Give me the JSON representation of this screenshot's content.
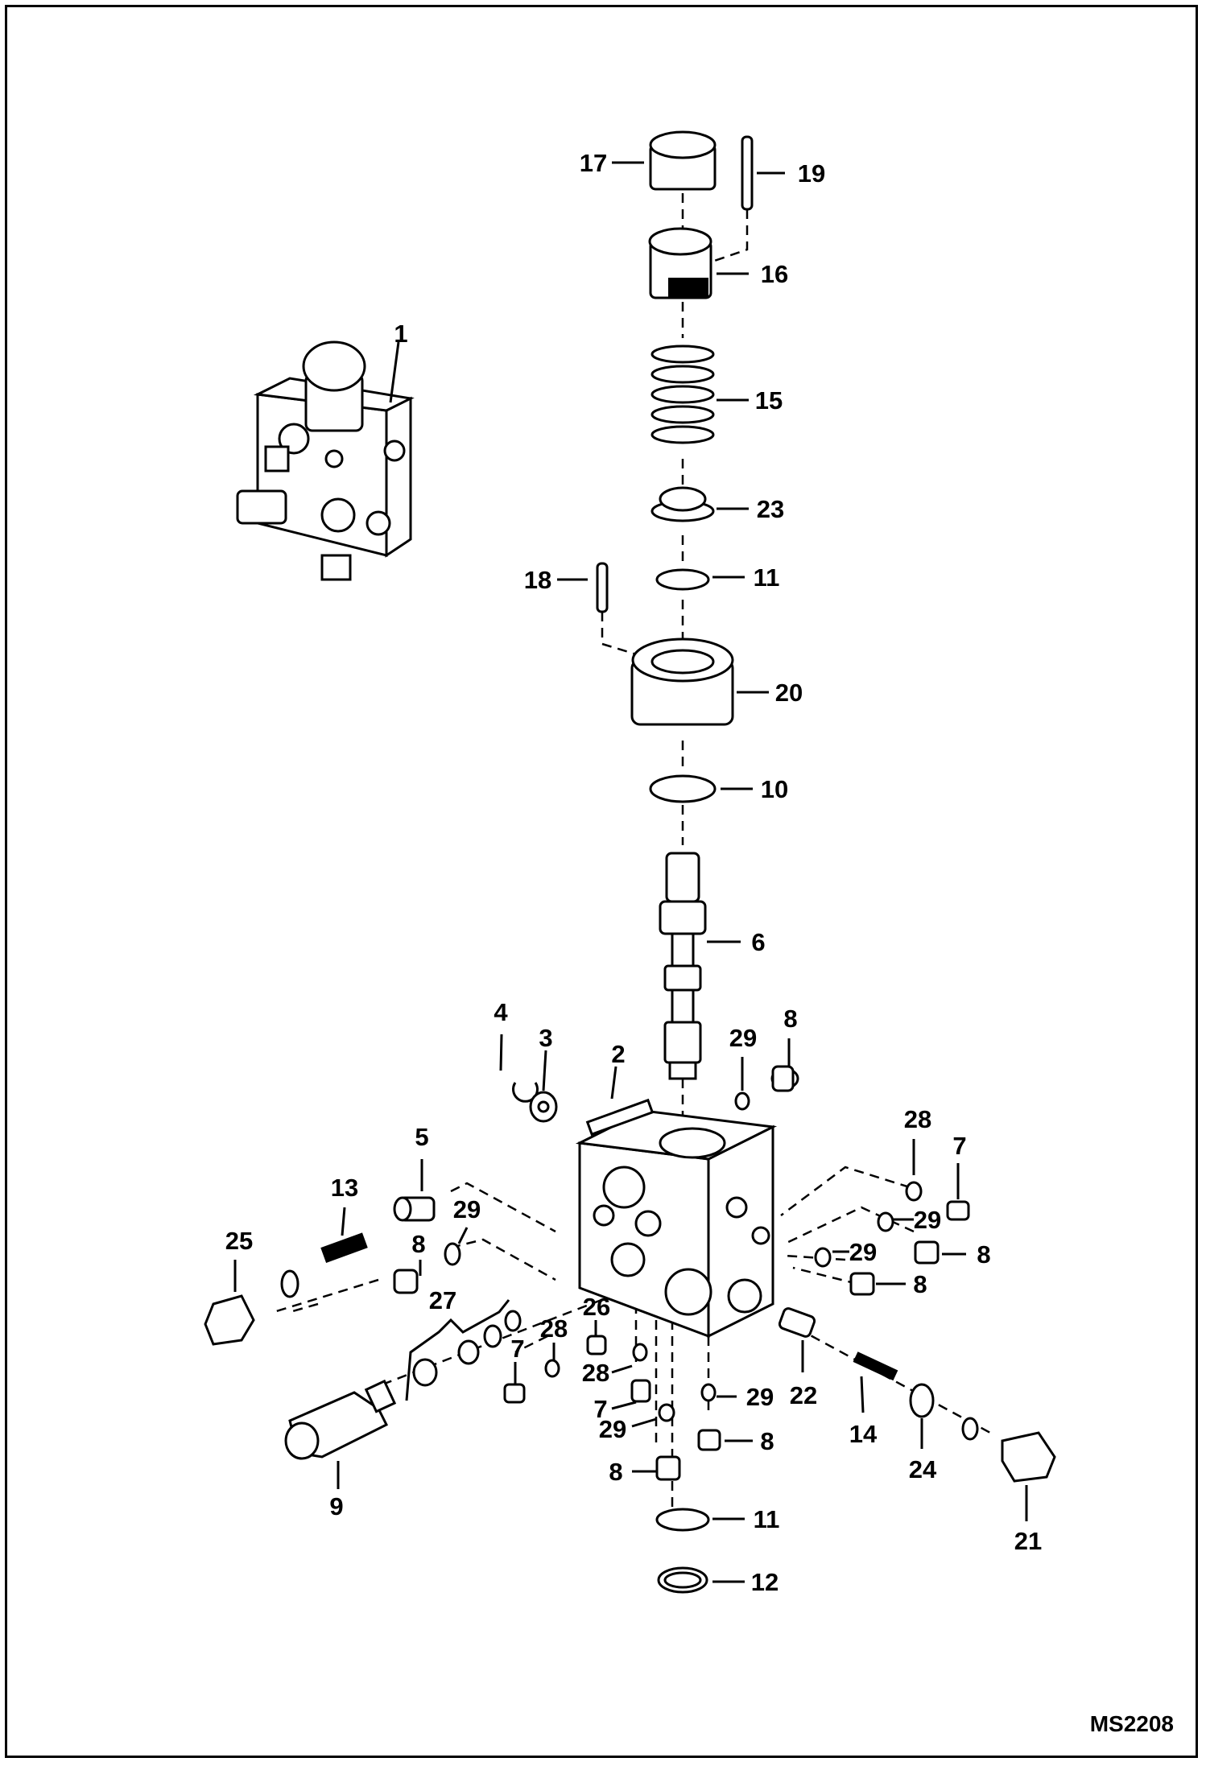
{
  "diagram": {
    "reference_code": "MS2208",
    "callouts": {
      "c1": "1",
      "c2": "2",
      "c3": "3",
      "c4": "4",
      "c5": "5",
      "c6": "6",
      "c7": "7",
      "c8": "8",
      "c9": "9",
      "c10": "10",
      "c11": "11",
      "c12": "12",
      "c13": "13",
      "c14": "14",
      "c15": "15",
      "c16": "16",
      "c17": "17",
      "c18": "18",
      "c19": "19",
      "c20": "20",
      "c21": "21",
      "c22": "22",
      "c23": "23",
      "c24": "24",
      "c25": "25",
      "c26": "26",
      "c27": "27",
      "c28": "28",
      "c29": "29"
    }
  },
  "colors": {
    "line": "#000000",
    "background": "#ffffff"
  }
}
